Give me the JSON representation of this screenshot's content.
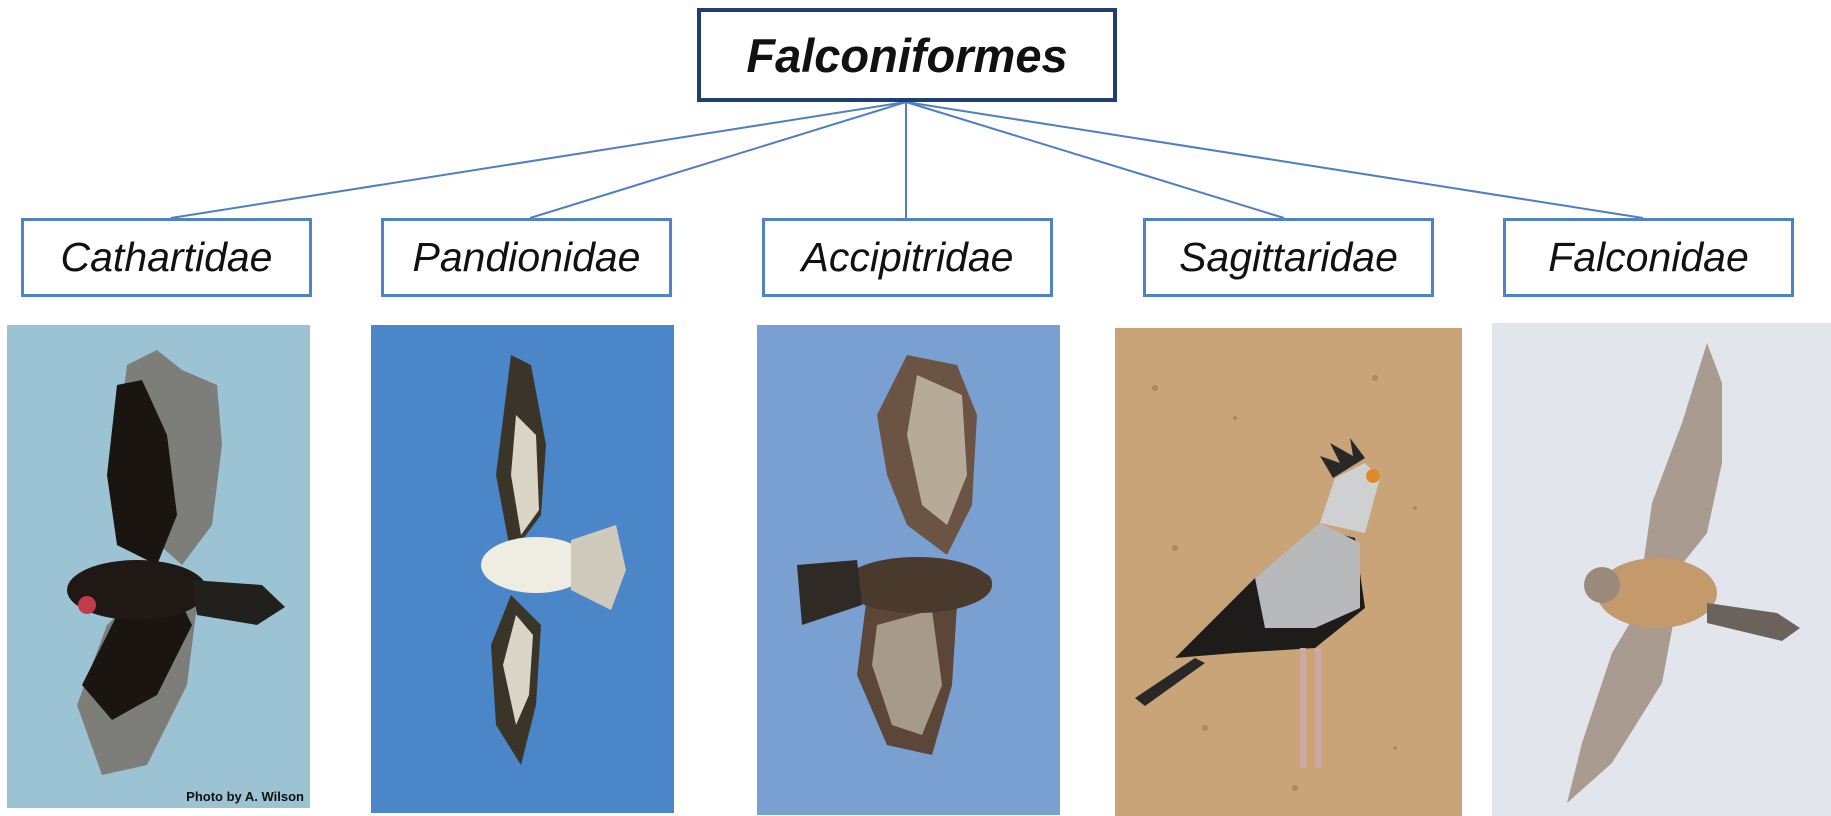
{
  "root": {
    "label": "Falconiformes"
  },
  "families": [
    {
      "label": "Cathartidae"
    },
    {
      "label": "Pandionidae"
    },
    {
      "label": "Accipitridae"
    },
    {
      "label": "Sagittaridae"
    },
    {
      "label": "Falconidae"
    }
  ],
  "photos": [
    {
      "subject": "turkey-vulture-in-flight",
      "background": "#9cc3d3",
      "credit": "Photo by A. Wilson"
    },
    {
      "subject": "osprey-in-flight",
      "background": "#4a86c8"
    },
    {
      "subject": "buzzard-in-flight",
      "background": "#7aa0d2"
    },
    {
      "subject": "secretarybird-standing",
      "background": "#c9a478"
    },
    {
      "subject": "kestrel-in-flight",
      "background": "#e3e5ec"
    }
  ],
  "colors": {
    "root_border": "#1f3f72",
    "family_border": "#4f82c6",
    "connector": "#4f7fc0"
  }
}
